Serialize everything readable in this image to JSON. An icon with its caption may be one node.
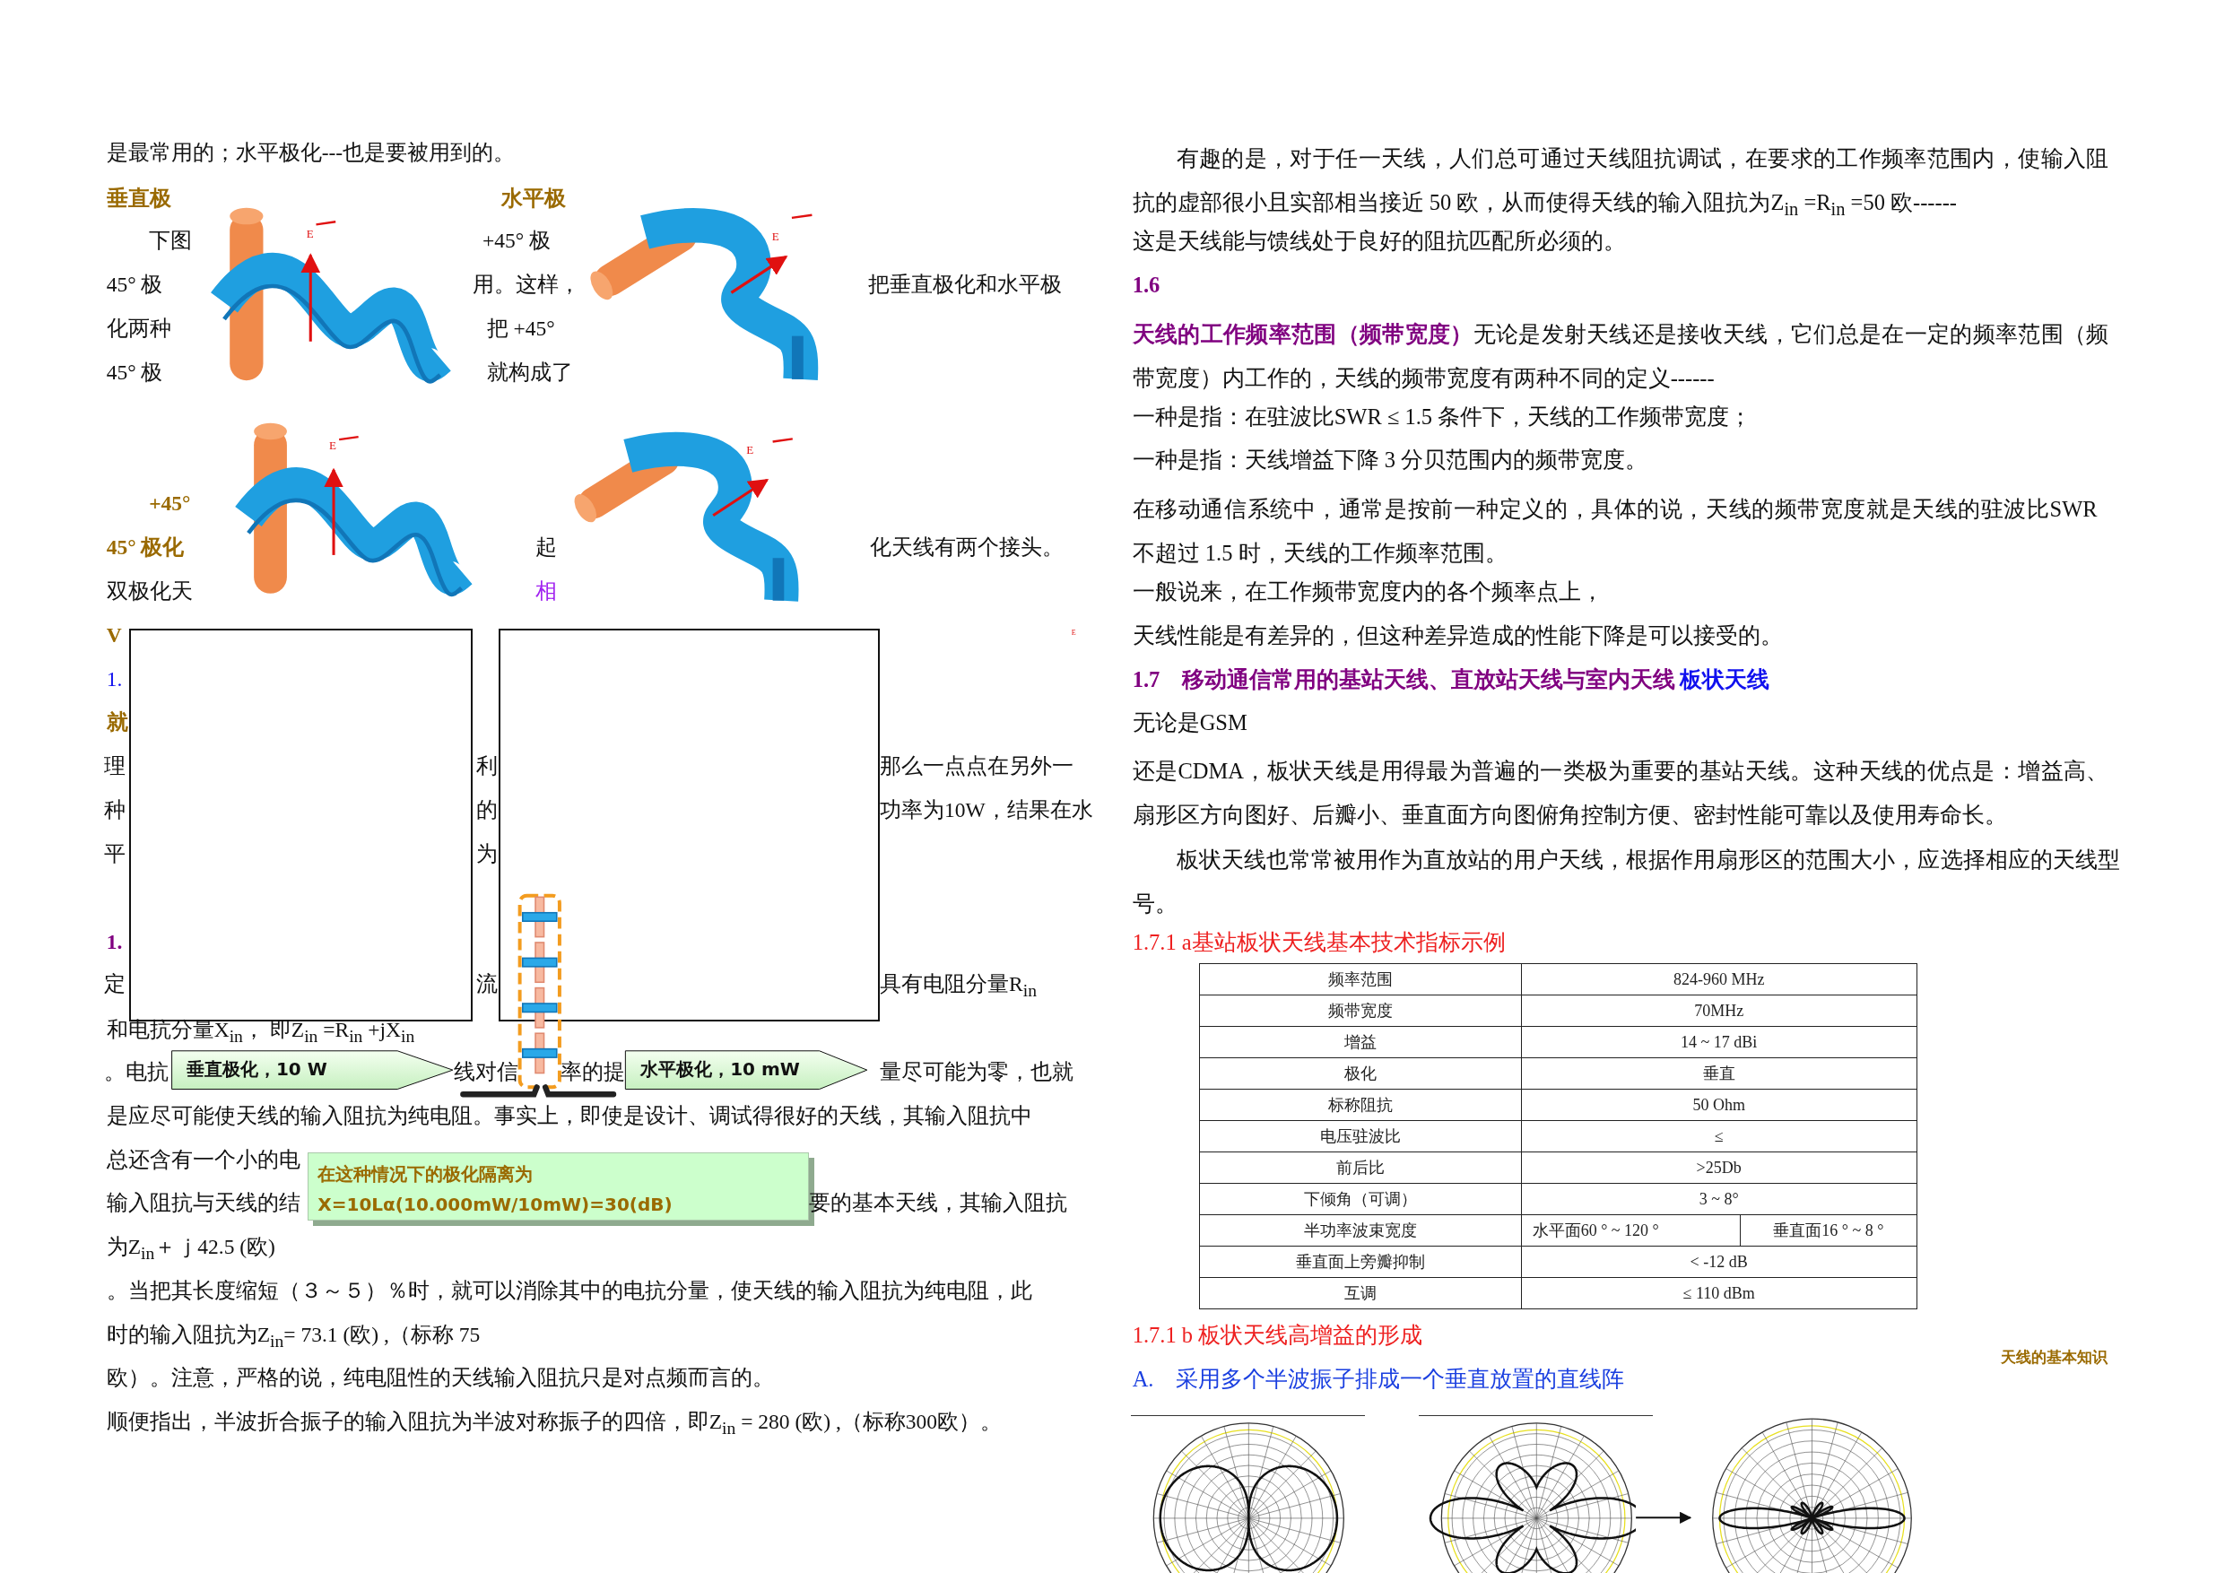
{
  "diagram": {
    "nodes": [
      {
        "text": [
          "垂直极化，10 W"
        ]
      },
      {
        "text": [
          "水平极化，10 mW"
        ]
      },
      {
        "text": [
          "在这种情况下的极化隔离为",
          "X=10Lα(10.000mW/10mW)=30(dB)"
        ]
      },
      {
        "text": [],
        "shape": "picture"
      },
      {
        "text": [],
        "shape": "picture"
      },
      {
        "text": [],
        "shape": "picture"
      }
    ],
    "edges": [
      {
        "from": 4,
        "to": 5,
        "arrow": "to"
      }
    ],
    "labels": [
      "是最常用的；水平极化---也是要被用到的。",
      "垂直极",
      "水平极",
      "下图",
      "+45° 极",
      "45° 极",
      "用。这样，",
      "把垂直极化和水平极",
      "化两种",
      "把 +45°",
      "45° 极",
      "就构成了",
      "+45°",
      "45° 极化",
      "起",
      "化天线有两个接头。",
      "双极化天",
      "相",
      "V",
      "1.",
      "就",
      "理",
      "利",
      "那么一点点在另外一",
      "种",
      "的",
      "功率为10W，结果在水",
      "平",
      "为",
      "1.",
      "定",
      "流",
      "具有电阻分量R$_{in}$",
      "和电抗分量X$_{in}$， 即Z$_{in}$ =R$_{in}$ +jX$_{in}$",
      "。电抗",
      "线对信",
      "率的提",
      "量尽可能为零，也就",
      "是应尽可能使天线的输入阻抗为纯电阻。事实上，即使是设计、调试得很好的天线，其输入阻抗中",
      "总还含有一个小的电",
      "输入阻抗与天线的结",
      "要的基本天线，其输入阻抗",
      "为Z$_{in}$＋ｊ42.5 (欧)",
      "。当把其长度缩短（３～５）％时，就可以消除其中的电抗分量，使天线的输入阻抗为纯电阻，此",
      "时的输入阻抗为Z$_{in}$= 73.1 (欧) ,（标称 75",
      "欧）。注意，严格的说，纯电阻性的天线输入阻抗只是对点频而言的。",
      "顺便指出，半波折合振子的输入阻抗为半波对称振子的四倍，即Z$_{in}$ = 280 (欧) ,（标称300欧）。",
      "E",
      "E",
      "E",
      "E",
      "E",
      "有趣的是，对于任一天线，人们总可通过天线阻抗调试，在要求的工作频率范围内，使输入阻抗的虚部很小且实部相当接近 50 欧，从而使得天线的输入阻抗为Z$_{in}$ =R$_{in}$ =50 欧------",
      "这是天线能与馈线处于良好的阻抗匹配所必须的。",
      "1.6",
      "**天线的工作频率范围（频带宽度）**无论是发射天线还是接收天线，它们总是在一定的频率范围（频带宽度）内工作的，天线的频带宽度有两种不同的定义------",
      "一种是指：在驻波比SWR ≤ 1.5 条件下，天线的工作频带宽度；",
      "一种是指：天线增益下降 3 分贝范围内的频带宽度。",
      "在移动通信系统中，通常是按前一种定义的，具体的说，天线的频带宽度就是天线的驻波比SWR 不超过 1.5 时，天线的工作频率范围。",
      "一般说来，在工作频带宽度内的各个频率点上，",
      "天线性能是有差异的，但这种差异造成的性能下降是可以接受的。",
      "1.7　移动通信常用的基站天线、直放站天线与室内天线",
      "板状天线",
      "无论是GSM",
      "还是CDMA，板状天线是用得最为普遍的一类极为重要的基站天线。这种天线的优点是：增益高、扇形区方向图好、后瓣小、垂直面方向图俯角控制方便、密封性能可靠以及使用寿命长。",
      "板状天线也常常被用作为直放站的用户天线，根据作用扇形区的范围大小，应选择相应的天线型号。",
      "1.7.1 a基站板状天线基本技术指标示例",
      "频率范围",
      "824-960 MHz",
      "频带宽度",
      "70MHz",
      "增益",
      "14 ~ 17 dBi",
      "极化",
      "垂直",
      "标称阻抗",
      "50 Ohm",
      "电压驻波比",
      "≤",
      "前后比",
      ">25Db",
      "下倾角（可调）",
      "3 ~ 8°",
      "半功率波束宽度",
      "水平面60 ° ~ 120 °",
      "垂直面16 ° ~ 8 °",
      "垂直面上旁瓣抑制",
      "<  -12 dB",
      "互调",
      "≤ 110 dBm",
      "1.7.1 b 板状天线高增益的形成",
      "天线的基本知识",
      "A.　采用多个半波振子排成一个垂直放置的直线阵"
    ]
  }
}
